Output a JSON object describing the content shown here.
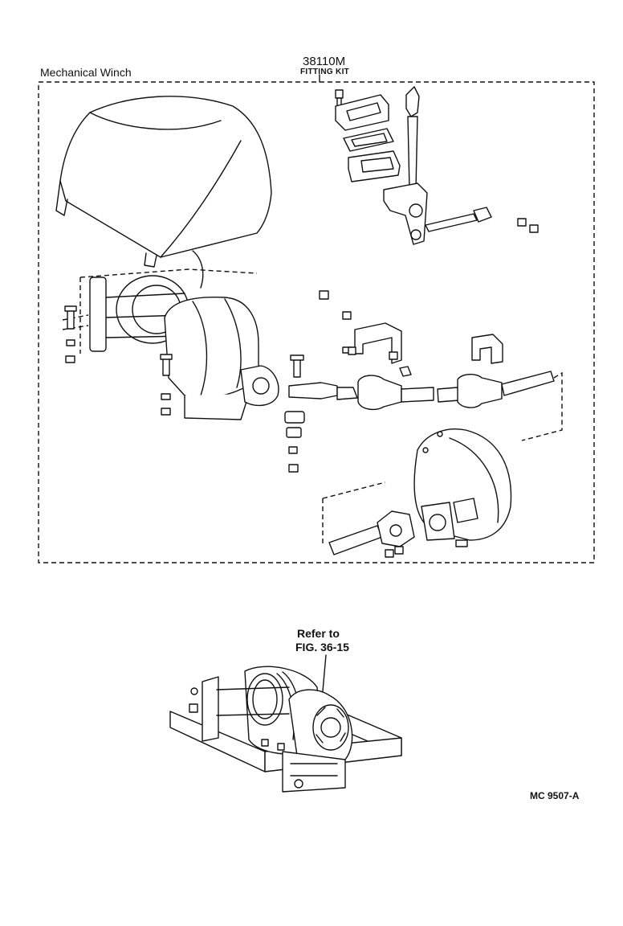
{
  "diagram": {
    "title": "Mechanical Winch",
    "part_number": "38110M",
    "kit_label": "FITTING KIT",
    "reference_line1": "Refer to",
    "reference_line2": "FIG. 36-15",
    "drawing_code": "MC  9507-A"
  }
}
